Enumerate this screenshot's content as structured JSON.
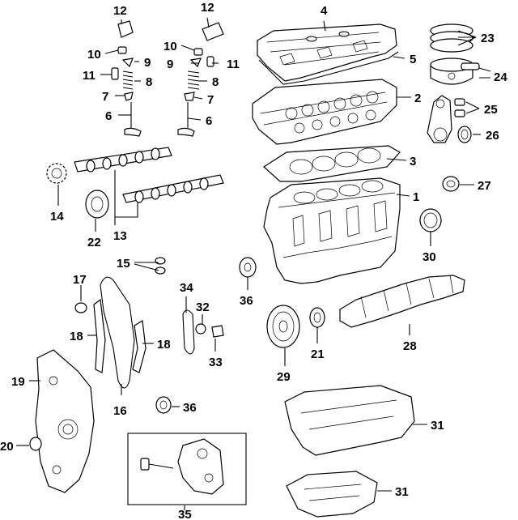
{
  "diagram": {
    "callouts": {
      "c1": "1",
      "c2": "2",
      "c3": "3",
      "c4": "4",
      "c5": "5",
      "c6a": "6",
      "c6b": "6",
      "c7a": "7",
      "c7b": "7",
      "c8a": "8",
      "c8b": "8",
      "c9a": "9",
      "c9b": "9",
      "c10a": "10",
      "c10b": "10",
      "c11a": "11",
      "c11b": "11",
      "c12a": "12",
      "c12b": "12",
      "c13": "13",
      "c14": "14",
      "c15": "15",
      "c16": "16",
      "c17": "17",
      "c18a": "18",
      "c18b": "18",
      "c19": "19",
      "c20": "20",
      "c21": "21",
      "c22": "22",
      "c23": "23",
      "c24": "24",
      "c25": "25",
      "c26": "26",
      "c27": "27",
      "c28": "28",
      "c29": "29",
      "c30": "30",
      "c31a": "31",
      "c31b": "31",
      "c32": "32",
      "c33": "33",
      "c34": "34",
      "c35": "35",
      "c36a": "36",
      "c36b": "36"
    }
  }
}
